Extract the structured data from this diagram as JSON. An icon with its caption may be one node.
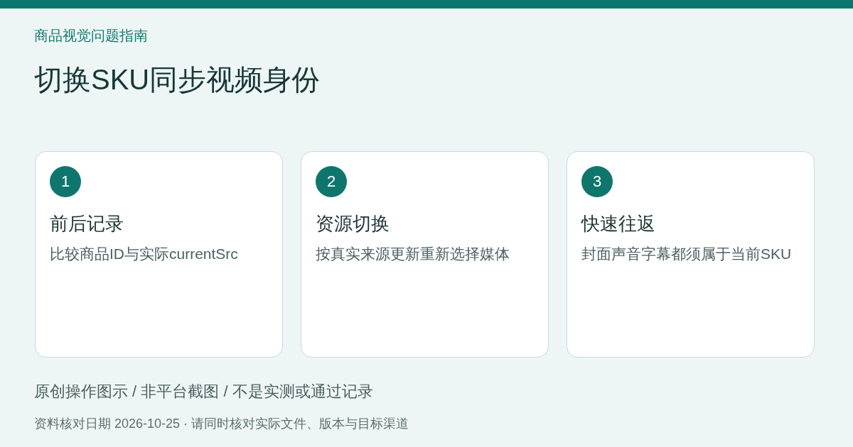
{
  "diagram": {
    "title": "切换SKU同步视频身份",
    "nodes": [
      {
        "text": [
          "前后记录",
          "比较商品ID与实际currentSrc"
        ]
      },
      {
        "text": [
          "1"
        ],
        "in": 0
      },
      {
        "text": [
          "资源切换",
          "按真实来源更新重新选择媒体"
        ]
      },
      {
        "text": [
          "2"
        ],
        "in": 2
      },
      {
        "text": [
          "快速往返",
          "封面声音字幕都须属于当前SKU"
        ]
      },
      {
        "text": [
          "3"
        ],
        "in": 4
      }
    ],
    "labels": [
      "商品视觉问题指南",
      "原创操作图示 / 非平台截图 / 不是实测或通过记录",
      "资料核对日期 2026-10-25 · 请同时核对实际文件、版本与目标渠道"
    ]
  }
}
